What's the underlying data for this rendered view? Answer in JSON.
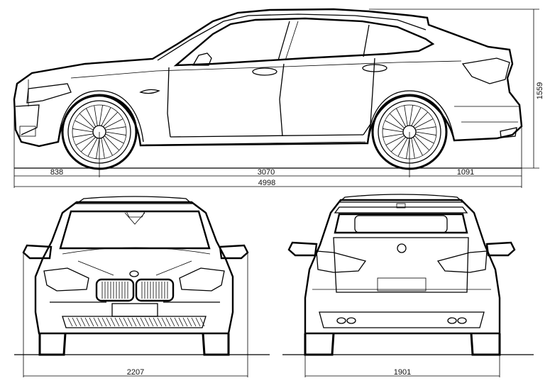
{
  "dimensions": {
    "front_overhang": "838",
    "wheelbase": "3070",
    "rear_overhang": "1091",
    "total_length": "4998",
    "height": "1559",
    "width_with_mirrors": "2207",
    "rear_track_width": "1901"
  },
  "views": [
    "side-view",
    "front-view",
    "rear-view"
  ],
  "colors": {
    "line": "#000000",
    "background": "#ffffff"
  }
}
